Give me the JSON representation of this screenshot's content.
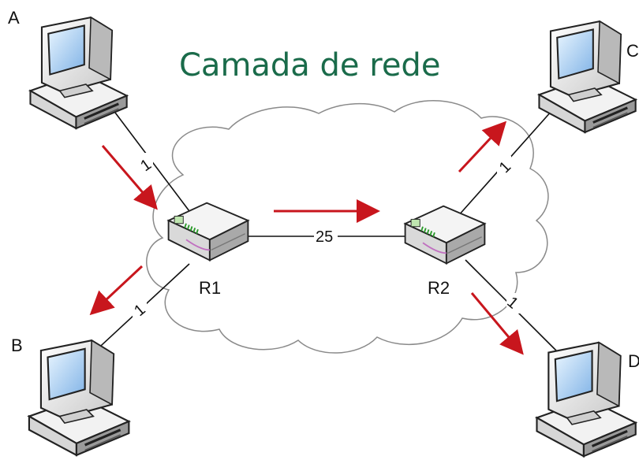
{
  "title": "Camada de rede",
  "colors": {
    "title": "#1a6b4a",
    "arrow": "#c8161d",
    "cloud_fill": "#ffffff",
    "cloud_stroke": "#888888"
  },
  "hosts": [
    {
      "id": "A",
      "label": "A",
      "icon": "desktop-computer-icon"
    },
    {
      "id": "B",
      "label": "B",
      "icon": "desktop-computer-icon"
    },
    {
      "id": "C",
      "label": "C",
      "icon": "desktop-computer-icon"
    },
    {
      "id": "D",
      "label": "D",
      "icon": "desktop-computer-icon"
    }
  ],
  "routers": [
    {
      "id": "R1",
      "label": "R1",
      "icon": "router-icon"
    },
    {
      "id": "R2",
      "label": "R2",
      "icon": "router-icon"
    }
  ],
  "links": [
    {
      "from": "A",
      "to": "R1",
      "cost": "1"
    },
    {
      "from": "B",
      "to": "R1",
      "cost": "1"
    },
    {
      "from": "R1",
      "to": "R2",
      "cost": "25"
    },
    {
      "from": "C",
      "to": "R2",
      "cost": "1"
    },
    {
      "from": "D",
      "to": "R2",
      "cost": "1"
    }
  ],
  "flow_arrows": [
    {
      "id": "arrow-a-to-r1"
    },
    {
      "id": "arrow-r1-to-b"
    },
    {
      "id": "arrow-r1-to-r2"
    },
    {
      "id": "arrow-r2-to-c"
    },
    {
      "id": "arrow-r2-to-d"
    }
  ]
}
